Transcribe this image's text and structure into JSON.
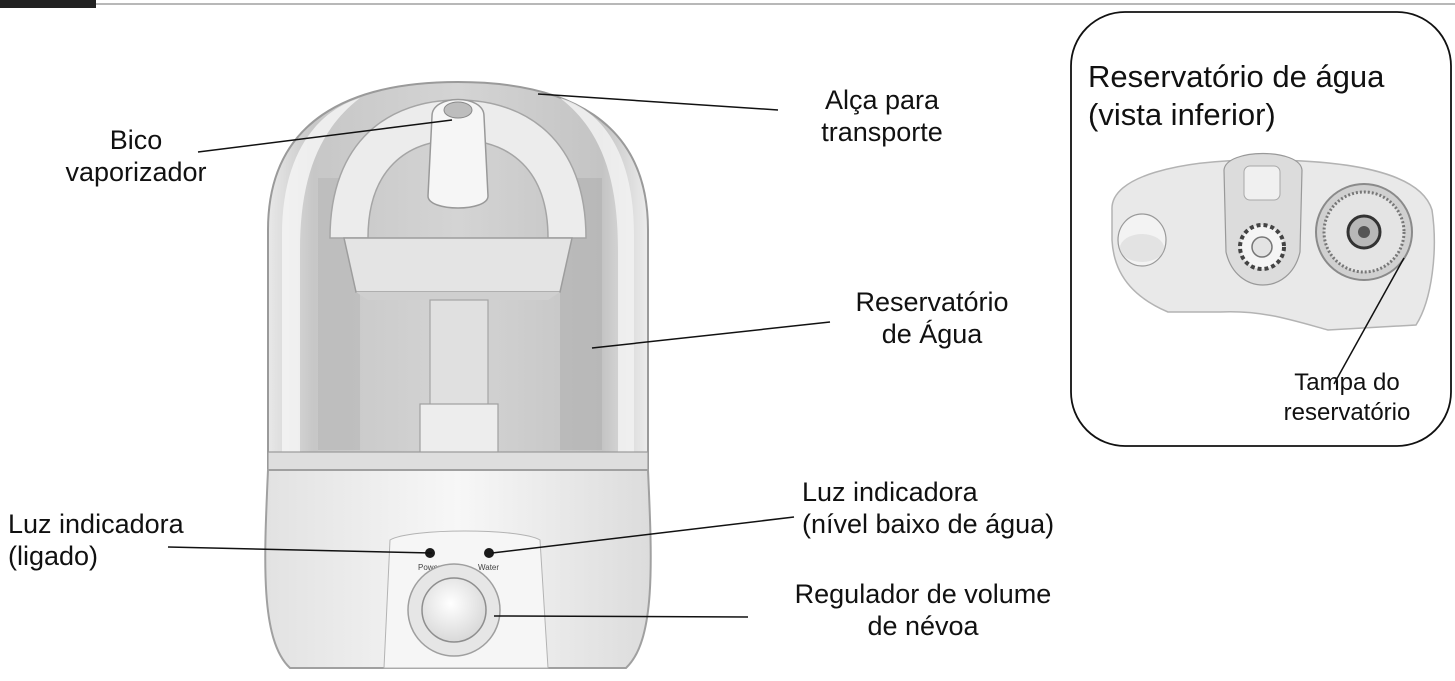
{
  "labels": {
    "bico": [
      "Bico",
      "vaporizador"
    ],
    "alca": [
      "Alça para",
      "transporte"
    ],
    "reservatorio": [
      "Reservatório",
      "de Água"
    ],
    "luz_ligado": [
      "Luz indicadora",
      "(ligado)"
    ],
    "luz_agua": [
      "Luz indicadora",
      "(nível baixo de água)"
    ],
    "regulador": [
      "Regulador de volume",
      "de névoa"
    ],
    "inset_title": [
      "Reservatório de água",
      "(vista inferior)"
    ],
    "tampa": [
      "Tampa do",
      "reservatório"
    ],
    "panel_power": "Power",
    "panel_water": "Water"
  },
  "colors": {
    "line": "#111111",
    "body": "#f1f1f1",
    "tank": "#c9c9c9"
  }
}
